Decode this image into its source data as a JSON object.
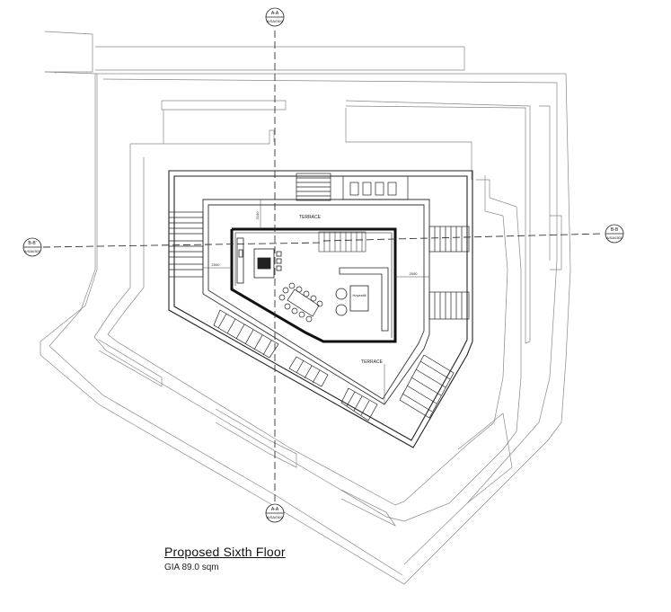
{
  "drawing": {
    "title": "Proposed Sixth Floor",
    "area": "GIA 89.0 sqm"
  },
  "section_markers": {
    "top": {
      "label": "A-A",
      "ref": "A/SA0302"
    },
    "bottom": {
      "label": "A-A",
      "ref": "A/SA0302"
    },
    "left": {
      "label": "B-B'",
      "ref": "A/SA0301"
    },
    "right": {
      "label": "B-B",
      "ref": "A/SA0301"
    }
  },
  "room_labels": {
    "terrace_north": "TERRACE",
    "terrace_south": "TERRACE",
    "room": "Hovestill"
  },
  "dimensions": {
    "north": "2100",
    "west": "2000",
    "east": "2000"
  }
}
